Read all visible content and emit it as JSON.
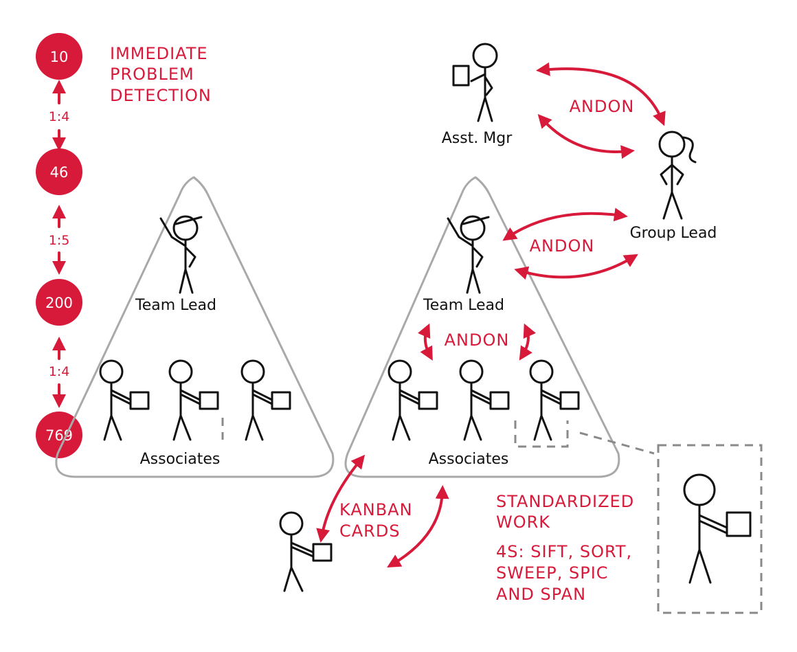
{
  "levels": {
    "circles": [
      "10",
      "46",
      "200",
      "769"
    ],
    "ratios": [
      "1:4",
      "1:5",
      "1:4"
    ]
  },
  "headline": [
    "IMMEDIATE",
    "PROBLEM",
    "DETECTION"
  ],
  "labels": {
    "team_lead": "Team Lead",
    "associates": "Associates",
    "asst_mgr": "Asst. Mgr",
    "group_lead": "Group Lead",
    "andon": "ANDON",
    "kanban": [
      "KANBAN",
      "CARDS"
    ],
    "standardized": [
      "STANDARDIZED",
      "WORK"
    ],
    "fours": [
      "4S: SIFT, SORT,",
      "SWEEP, SPIC",
      "AND SPAN"
    ]
  },
  "colors": {
    "accent": "#d7193a",
    "ink": "#111111",
    "outline": "#a9a9a9"
  }
}
